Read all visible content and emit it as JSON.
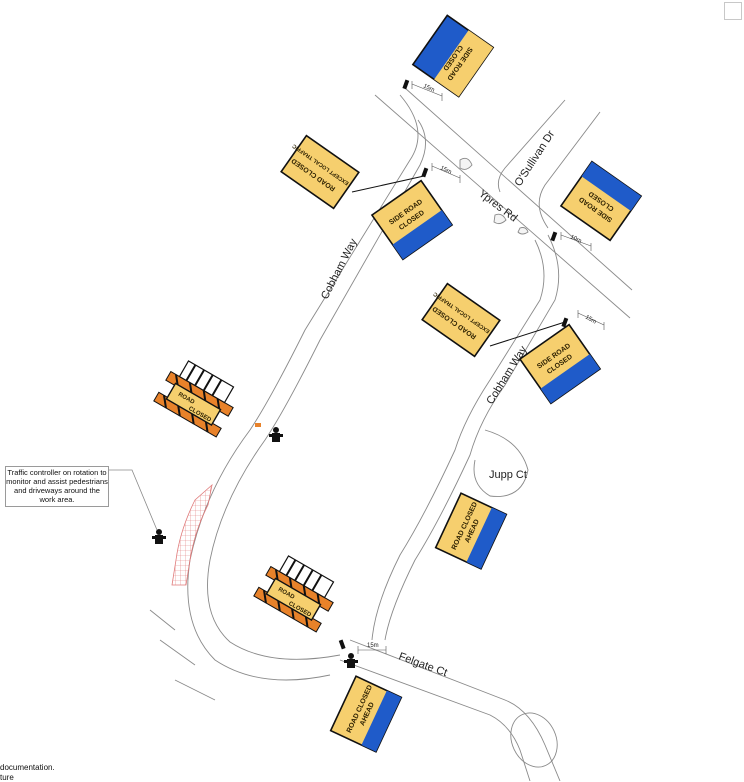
{
  "map": {
    "streets": {
      "ypres": "Ypres Rd",
      "osullivan": "O'Sullivan Dr",
      "cobham_upper": "Cobham Way",
      "cobham_lower": "Cobham Way",
      "jupp": "Jupp Ct",
      "felgate": "Felgate Ct"
    },
    "dimensions": {
      "d1": "15m",
      "d2": "15m",
      "d3": "10m",
      "d4": "15m",
      "d5": "15m"
    },
    "signs": {
      "side_road_closed": [
        "SIDE ROAD",
        "CLOSED"
      ],
      "road_closed_ahead": [
        "ROAD CLOSED",
        "AHEAD"
      ],
      "road_closed_local": [
        "ROAD CLOSED",
        "EXCEPT LOCAL TRAFFIC"
      ],
      "road_closed": [
        "ROAD",
        "CLOSED"
      ]
    },
    "note": "Traffic controller on rotation to monitor and assist pedestrians and driveways around the work area.",
    "footer": {
      "line1": "documentation.",
      "line2": "ture"
    },
    "colors": {
      "sign_yellow": "#f6cf6e",
      "sign_blue": "#1f5bc9",
      "barrier_orange": "#e8822a",
      "road_outline": "#8a8a8a",
      "work_zone": "#e07a7a"
    }
  }
}
